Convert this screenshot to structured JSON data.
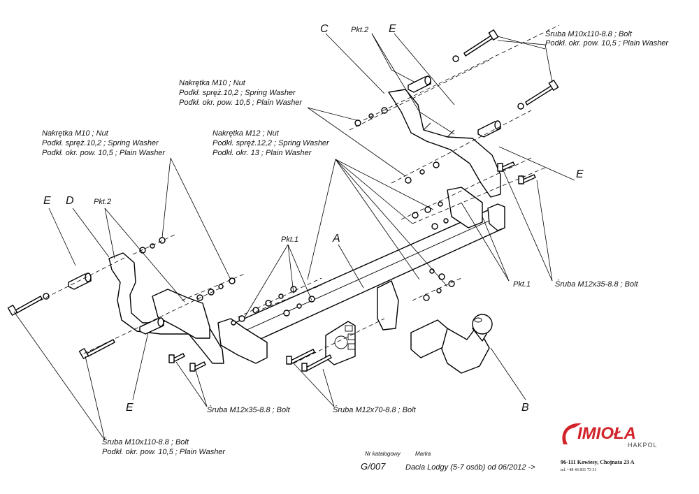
{
  "labels": {
    "c": "C",
    "pkt2_top": "Pkt.2",
    "e_top": "E",
    "bolt_m10_top_1": "Śruba M10x110-8.8 ;  Bolt",
    "bolt_m10_top_2": "Podkł. okr. pow. 10,5 ; Plain Washer",
    "nut_m10_mid_1": "Nakrętka  M10 ; Nut",
    "nut_m10_mid_2": "Podkł. spręż.10,2 ; Spring Washer",
    "nut_m10_mid_3": "Podkł. okr. pow. 10,5 ; Plain Washer",
    "nut_m10_left_1": "Nakrętka  M10 ; Nut",
    "nut_m10_left_2": "Podkł. spręż.10,2 ; Spring Washer",
    "nut_m10_left_3": "Podkł. okr. pow. 10,5 ; Plain Washer",
    "nut_m12_1": "Nakrętka  M12 ; Nut",
    "nut_m12_2": "Podkł. spręż.12,2 ; Spring Washer",
    "nut_m12_3": "Podkł. okr. 13 ; Plain Washer",
    "e_right": "E",
    "e_left": "E",
    "d_left": "D",
    "pkt2_left": "Pkt.2",
    "pkt1_mid": "Pkt.1",
    "a_label": "A",
    "pkt1_right": "Pkt.1",
    "bolt_m12x35_right": "Śruba M12x35-8.8 ;  Bolt",
    "e_bottom": "E",
    "bolt_m12x35_bottom": "Śruba M12x35-8.8 ;  Bolt",
    "bolt_m12x70": "Śruba M12x70-8.8 ;  Bolt",
    "b_label": "B",
    "bolt_m10_bottom_1": "Śruba M10x110-8.8 ;  Bolt",
    "bolt_m10_bottom_2": "Podkł. okr. pow. 10,5 ; Plain Washer"
  },
  "footer": {
    "catalog_caption": "Nr katalogowy",
    "make_caption": "Marka",
    "catalog_number": "G/007",
    "vehicle": "Dacia Lodgy (5-7 osób)   od 06/2012 ->",
    "address": "96-111 Kowiesy, Chojnata 23 A",
    "phone": "tel. +48 46 831 73 31"
  },
  "logo": {
    "brand": "IMIOŁA",
    "sub": "HAKPOL",
    "accent_color": "#d2232a"
  }
}
